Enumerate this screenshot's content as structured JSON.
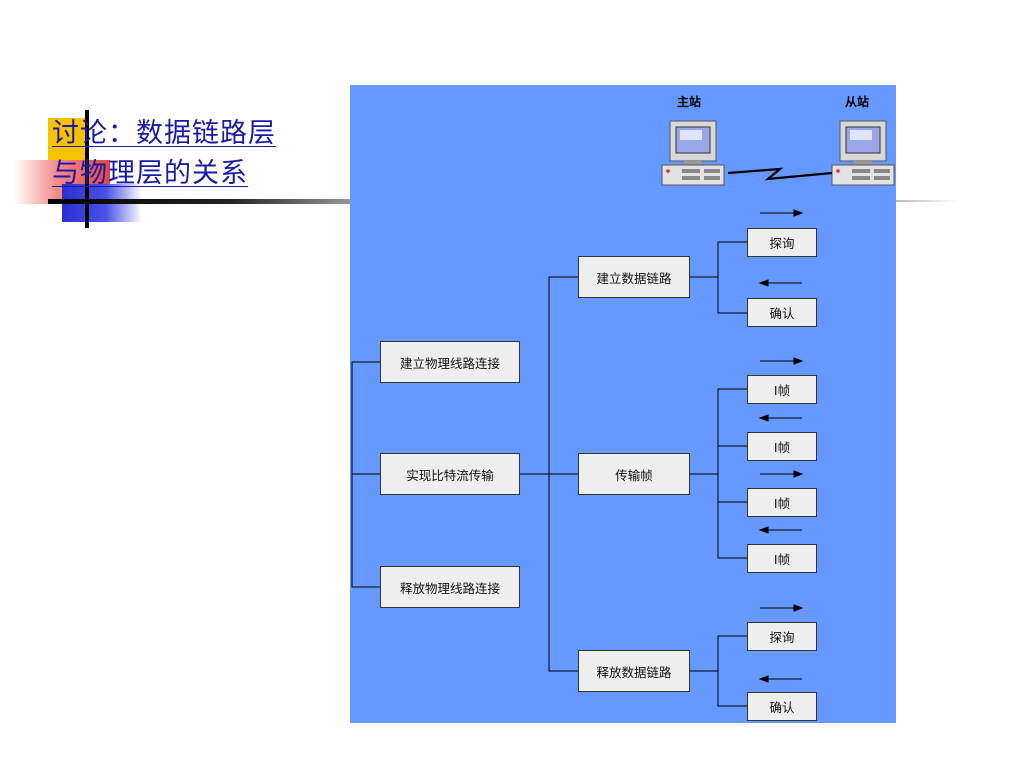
{
  "title": {
    "line1": "讨论：数据链路层",
    "line2": "与物理层的关系"
  },
  "stations": {
    "primary": "主站",
    "secondary": "从站"
  },
  "physical": {
    "establish": "建立物理线路连接",
    "transmit": "实现比特流传输",
    "release": "释放物理线路连接"
  },
  "datalink": {
    "establish": "建立数据链路",
    "transfer": "传输帧",
    "release": "释放数据链路"
  },
  "frames": {
    "probe1": "探询",
    "ack1": "确认",
    "i1": "I帧",
    "i2": "I帧",
    "i3": "I帧",
    "i4": "I帧",
    "probe2": "探询",
    "ack2": "确认"
  },
  "colors": {
    "panel": "#6699ff",
    "title": "#1a1aa8",
    "box": "#eeeeee"
  },
  "icons": [
    "computer-icon",
    "lightning-link-icon",
    "arrow-right-icon",
    "arrow-left-icon"
  ]
}
